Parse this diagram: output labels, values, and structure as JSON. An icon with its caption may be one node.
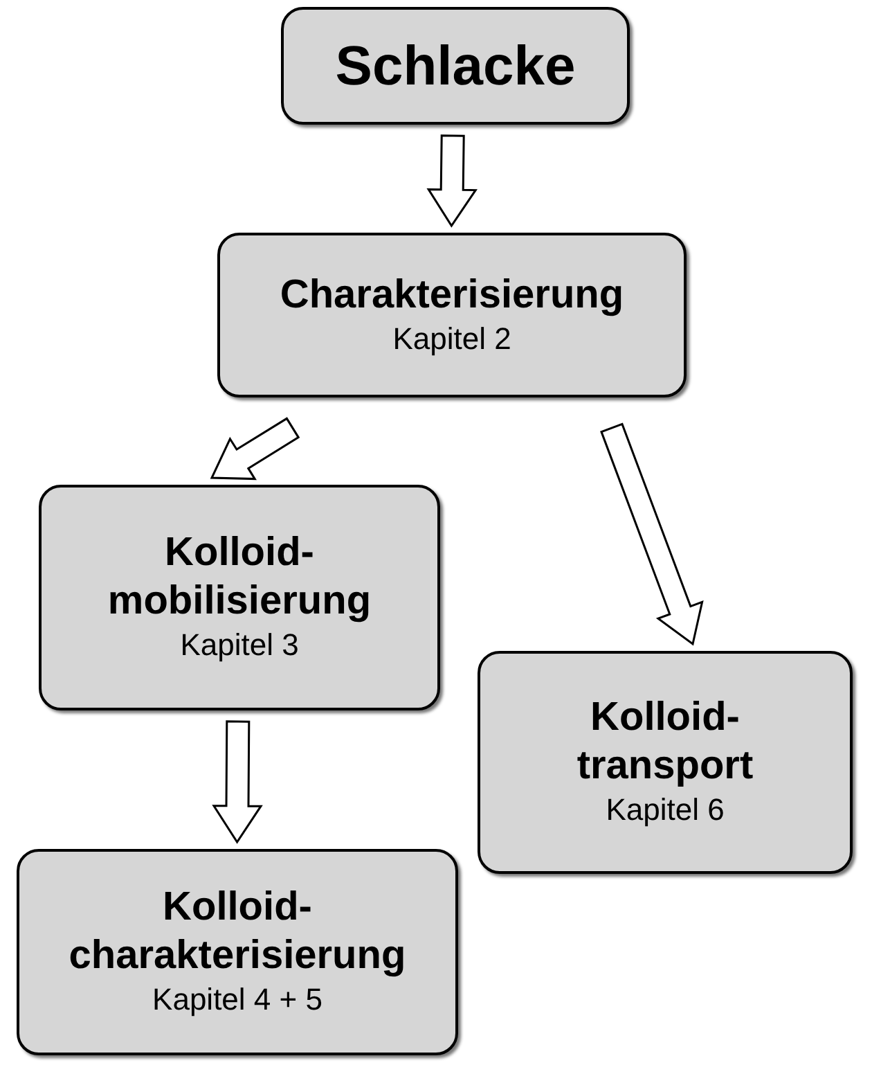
{
  "diagram": {
    "nodes": [
      {
        "text": [
          "Schlacke"
        ]
      },
      {
        "text": [
          "Charakterisierung",
          "Kapitel 2"
        ]
      },
      {
        "text": [
          "Kolloid- mobilisierung",
          "Kapitel 3"
        ]
      },
      {
        "text": [
          "Kolloid- charakterisierung",
          "Kapitel 4 + 5"
        ]
      },
      {
        "text": [
          "Kolloid- transport",
          "Kapitel 6"
        ]
      }
    ],
    "edges": [
      {
        "from": 0,
        "to": 1,
        "arrow": "to"
      },
      {
        "from": 1,
        "to": 2,
        "arrow": "to"
      },
      {
        "from": 1,
        "to": 4,
        "arrow": "to"
      },
      {
        "from": 2,
        "to": 3,
        "arrow": "to"
      }
    ]
  }
}
